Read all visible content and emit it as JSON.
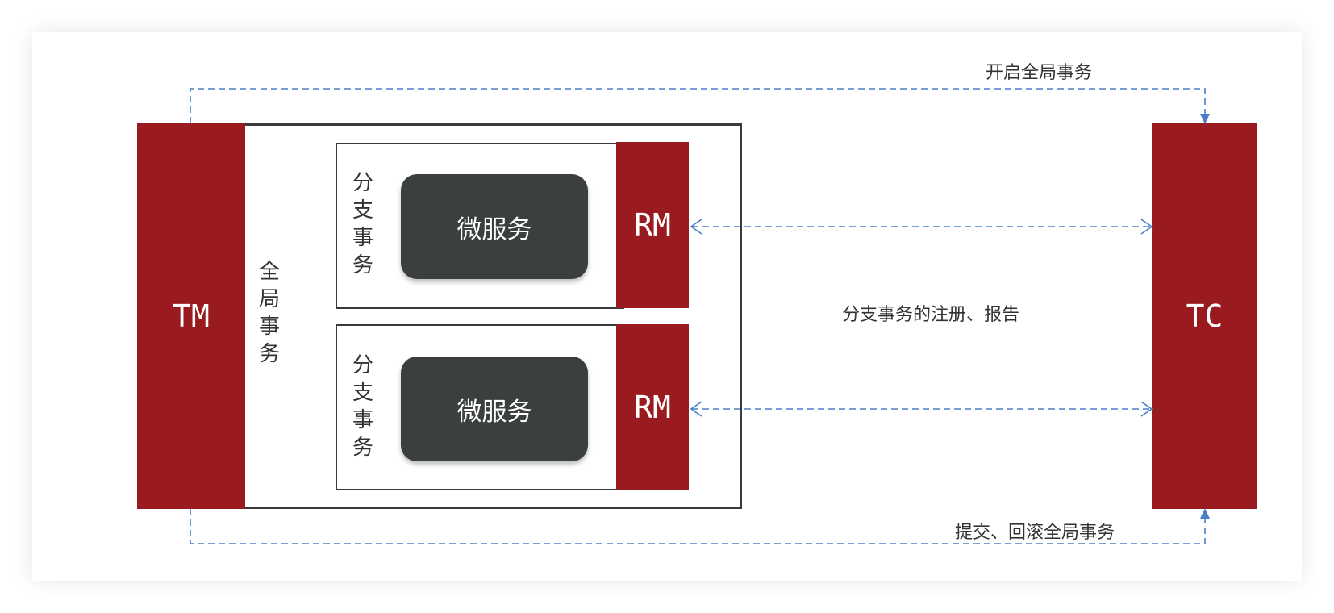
{
  "colors": {
    "accent_red": "#9a1b1f",
    "microservice_dark": "#3b3f40",
    "dashed_blue": "#4a7ec7",
    "frame_dark": "#3a3a3a"
  },
  "tm": {
    "label": "TM"
  },
  "tc": {
    "label": "TC"
  },
  "global_tx": {
    "label": [
      "全",
      "局",
      "事",
      "务"
    ]
  },
  "branches": [
    {
      "label": [
        "分",
        "支",
        "事",
        "务"
      ],
      "service": "微服务",
      "rm": "RM"
    },
    {
      "label": [
        "分",
        "支",
        "事",
        "务"
      ],
      "service": "微服务",
      "rm": "RM"
    }
  ],
  "arrows": {
    "start_label": "开启全局事务",
    "branch_label": "分支事务的注册、报告",
    "commit_label": "提交、回滚全局事务"
  }
}
